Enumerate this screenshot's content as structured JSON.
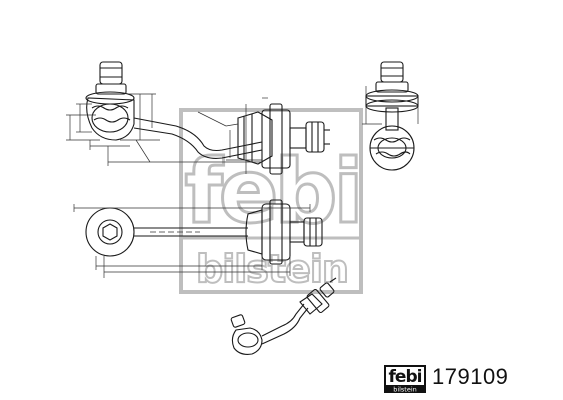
{
  "brand": {
    "watermark_logo": "febi",
    "watermark_sub": "bilstein",
    "small_logo": "febi",
    "small_logo_sub": "bilstein"
  },
  "part": {
    "number": "179109"
  },
  "colors": {
    "line": "#1a1a1a",
    "dim": "#333333",
    "watermark": "#8a8a8a",
    "logo": "#111111"
  },
  "views": [
    "side-view",
    "end-view",
    "top-view",
    "isometric-view"
  ]
}
